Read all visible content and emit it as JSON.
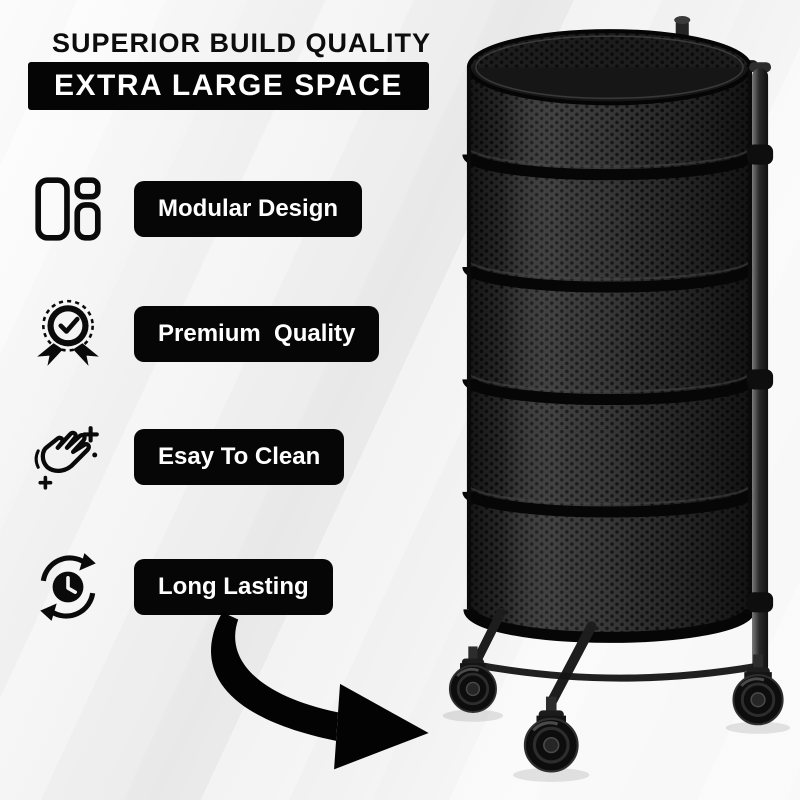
{
  "header": {
    "headline": "SUPERIOR BUILD QUALITY",
    "banner": "EXTRA LARGE SPACE"
  },
  "features": [
    {
      "label": "Modular Design",
      "icon": "modular-design-icon"
    },
    {
      "label": "Premium  Quality",
      "icon": "premium-quality-icon"
    },
    {
      "label": "Esay To Clean",
      "icon": "easy-to-clean-icon"
    },
    {
      "label": "Long Lasting",
      "icon": "long-lasting-icon"
    }
  ],
  "product": {
    "alt": "Black 5-tier rotating perforated round basket storage rack with caster wheels",
    "tiers": 5
  },
  "colors": {
    "label_bg": "#060606",
    "label_text": "#ffffff",
    "headline_text": "#0d0d0d",
    "product_black": "#1c1c1c",
    "background_gray": "#ededed"
  }
}
